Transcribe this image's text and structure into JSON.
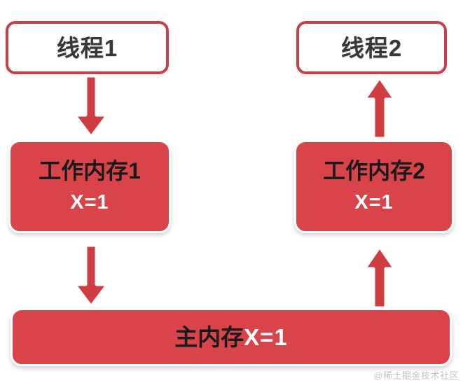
{
  "diagram": {
    "type": "flow-diagram",
    "topic": "Java Memory Model - working memory vs main memory",
    "colors": {
      "memory_fill": "#d9444a",
      "thread_border": "#c0424c",
      "arrow_fill": "#cf3d43",
      "arrow_outline": "#ffffff",
      "title_text": "#1a1a1a",
      "value_text": "#ffffff",
      "thread_text": "#383838",
      "background": "#ffffff"
    }
  },
  "threads": [
    {
      "id": "thread1",
      "label": "线程1"
    },
    {
      "id": "thread2",
      "label": "线程2"
    }
  ],
  "working_memories": [
    {
      "id": "workmem1",
      "title": "工作内存1",
      "value": "X=1"
    },
    {
      "id": "workmem2",
      "title": "工作内存2",
      "value": "X=1"
    }
  ],
  "main_memory": {
    "id": "mainmem",
    "title": "主内存",
    "value": "X=1"
  },
  "arrows": [
    {
      "id": "arrow-t1-wm1",
      "direction": "down",
      "from": "线程1",
      "to": "工作内存1"
    },
    {
      "id": "arrow-wm1-mm",
      "direction": "down",
      "from": "工作内存1",
      "to": "主内存"
    },
    {
      "id": "arrow-wm2-t2",
      "direction": "up",
      "from": "工作内存2",
      "to": "线程2"
    },
    {
      "id": "arrow-mm-wm2",
      "direction": "up",
      "from": "主内存",
      "to": "工作内存2"
    }
  ],
  "watermark": {
    "text": "@稀土掘金技术社区"
  }
}
